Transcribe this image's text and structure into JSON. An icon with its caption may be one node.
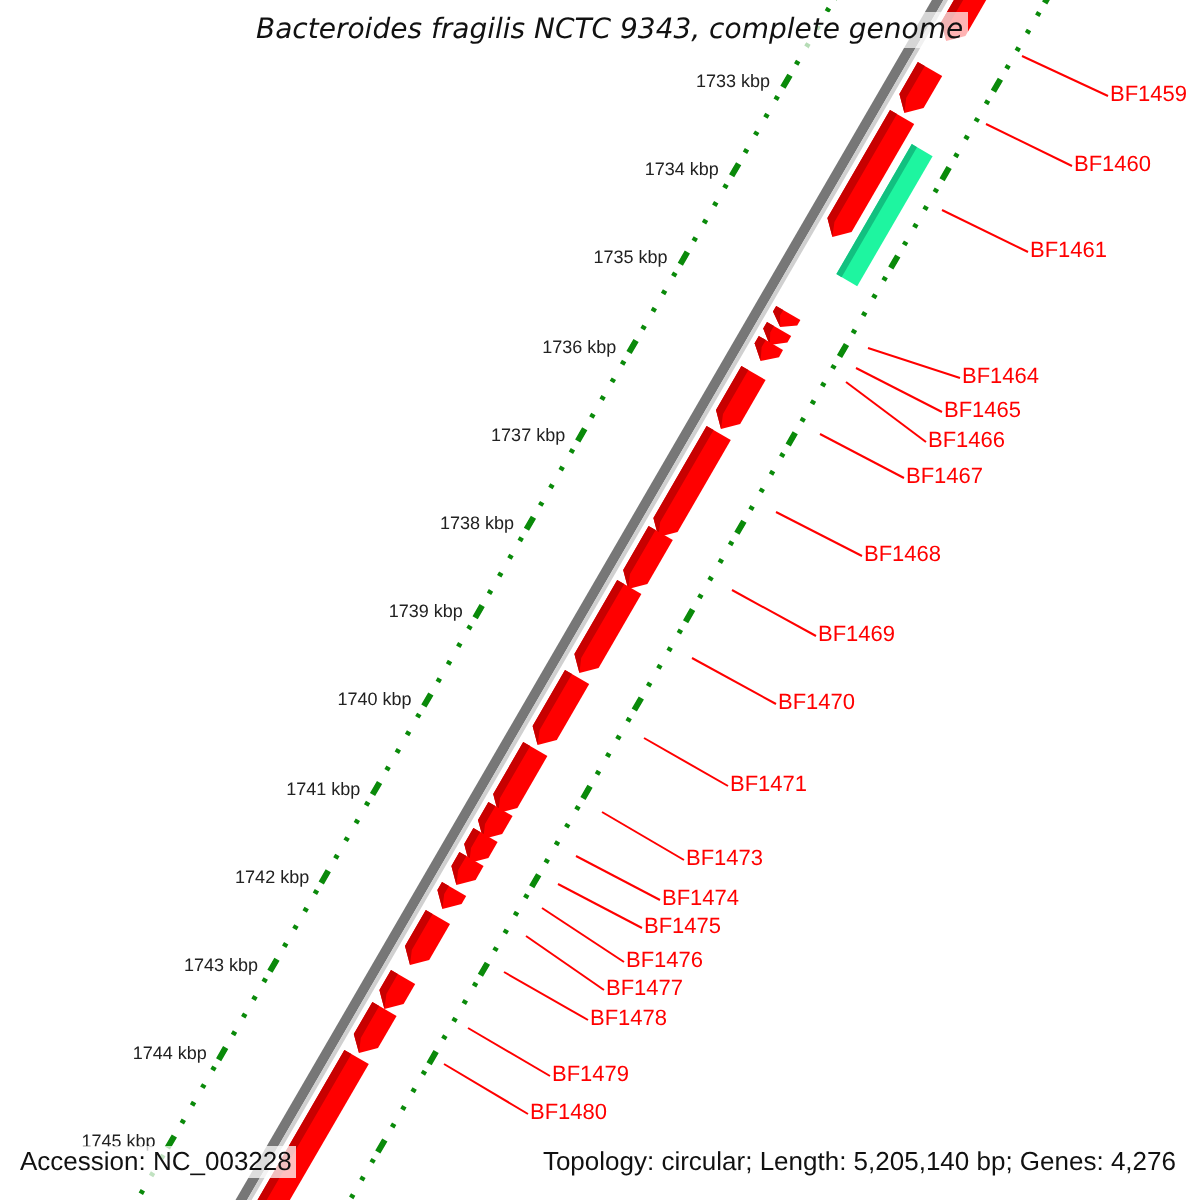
{
  "diagram": {
    "title": "Bacteroides fragilis NCTC 9343, complete genome",
    "nodes": [
      {
        "text": [
          "BF1459"
        ]
      },
      {
        "text": [
          "BF1460"
        ]
      },
      {
        "text": [
          "BF1461"
        ]
      },
      {
        "text": [
          "BF1464"
        ]
      },
      {
        "text": [
          "BF1465"
        ]
      },
      {
        "text": [
          "BF1466"
        ]
      },
      {
        "text": [
          "BF1467"
        ]
      },
      {
        "text": [
          "BF1468"
        ]
      },
      {
        "text": [
          "BF1469"
        ]
      },
      {
        "text": [
          "BF1470"
        ]
      },
      {
        "text": [
          "BF1471"
        ]
      },
      {
        "text": [
          "BF1473"
        ]
      },
      {
        "text": [
          "BF1474"
        ]
      },
      {
        "text": [
          "BF1475"
        ]
      },
      {
        "text": [
          "BF1476"
        ]
      },
      {
        "text": [
          "BF1477"
        ]
      },
      {
        "text": [
          "BF1478"
        ]
      },
      {
        "text": [
          "BF1479"
        ]
      },
      {
        "text": [
          "BF1480"
        ]
      }
    ],
    "edges": [
      {
        "from": 0,
        "to": null,
        "arrow": "none"
      },
      {
        "from": 1,
        "to": null,
        "arrow": "none"
      },
      {
        "from": 2,
        "to": null,
        "arrow": "none"
      },
      {
        "from": 3,
        "to": null,
        "arrow": "none"
      },
      {
        "from": 4,
        "to": null,
        "arrow": "none"
      },
      {
        "from": 5,
        "to": null,
        "arrow": "none"
      },
      {
        "from": 6,
        "to": null,
        "arrow": "none"
      },
      {
        "from": 7,
        "to": null,
        "arrow": "none"
      },
      {
        "from": 8,
        "to": null,
        "arrow": "none"
      },
      {
        "from": 9,
        "to": null,
        "arrow": "none"
      },
      {
        "from": 10,
        "to": null,
        "arrow": "none"
      },
      {
        "from": 11,
        "to": null,
        "arrow": "none"
      },
      {
        "from": 12,
        "to": null,
        "arrow": "none"
      },
      {
        "from": 13,
        "to": null,
        "arrow": "none"
      },
      {
        "from": 14,
        "to": null,
        "arrow": "none"
      },
      {
        "from": 15,
        "to": null,
        "arrow": "none"
      },
      {
        "from": 16,
        "to": null,
        "arrow": "none"
      },
      {
        "from": 17,
        "to": null,
        "arrow": "none"
      },
      {
        "from": 18,
        "to": null,
        "arrow": "none"
      }
    ],
    "labels": [
      "1733 kbp",
      "1734 kbp",
      "1735 kbp",
      "1736 kbp",
      "1737 kbp",
      "1738 kbp",
      "1739 kbp",
      "1740 kbp",
      "1741 kbp",
      "1742 kbp",
      "1743 kbp",
      "1744 kbp",
      "1745 kbp",
      "Accession: NC_003228",
      "Topology: circular; Length: 5,205,140 bp; Genes: 4,276"
    ]
  }
}
